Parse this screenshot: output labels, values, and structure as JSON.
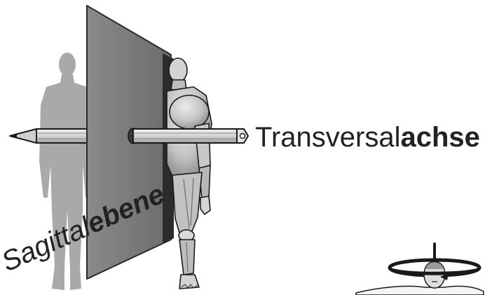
{
  "diagram": {
    "axis_label": {
      "regular": "Transversal",
      "bold": "achse"
    },
    "plane_label": {
      "regular": "Sagittal",
      "bold": "ebene"
    },
    "colors": {
      "plane": "#777777",
      "plane_edge": "#2a2a2a",
      "shadow_figure": "#a9a9a9",
      "muscle_light": "#d2d2d2",
      "muscle_dark": "#8a8a8a",
      "pencil_body": "#cfcfcf",
      "outline": "#1a1a1a"
    },
    "icons": {
      "thumbnail": "rotating-head-icon"
    }
  }
}
